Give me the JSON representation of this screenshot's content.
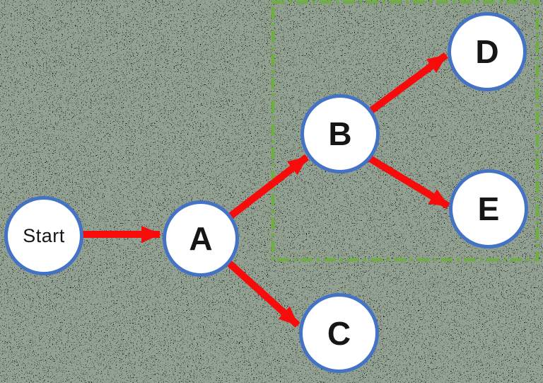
{
  "diagram": {
    "description": "Directed graph over noisy dark background with a dash-dot highlight region",
    "nodes": [
      {
        "id": "start",
        "label": "Start"
      },
      {
        "id": "a",
        "label": "A"
      },
      {
        "id": "b",
        "label": "B"
      },
      {
        "id": "c",
        "label": "C"
      },
      {
        "id": "d",
        "label": "D"
      },
      {
        "id": "e",
        "label": "E"
      }
    ],
    "edges": [
      {
        "from": "Start",
        "to": "A"
      },
      {
        "from": "A",
        "to": "B"
      },
      {
        "from": "A",
        "to": "C"
      },
      {
        "from": "B",
        "to": "D"
      },
      {
        "from": "B",
        "to": "E"
      }
    ],
    "region": {
      "style": "dash-dot rectangle",
      "contains": [
        "B",
        "D",
        "E"
      ]
    },
    "colors": {
      "node_border": "#4472C4",
      "node_fill": "#FFFFFF",
      "node_text": "#161616",
      "arrow": "#F80B0B",
      "region_border": "#70AD47",
      "background_green": "#495B48",
      "background_black": "#000000"
    }
  }
}
